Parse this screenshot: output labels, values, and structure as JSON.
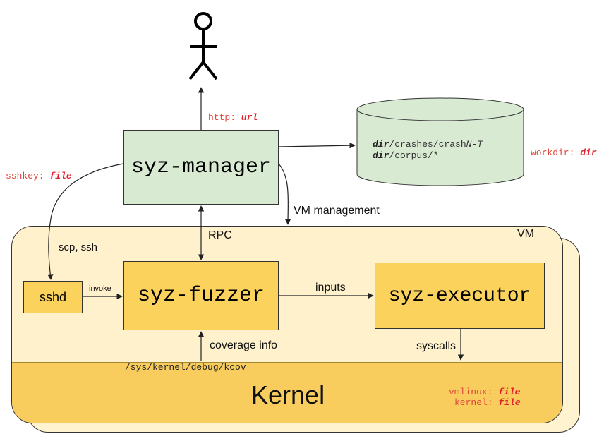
{
  "nodes": {
    "syz_manager": "syz-manager",
    "syz_fuzzer": "syz-fuzzer",
    "syz_executor": "syz-executor",
    "sshd": "sshd",
    "kernel": "Kernel",
    "vm": "VM"
  },
  "workdir_paths": {
    "crashes": {
      "dir": "dir",
      "rest": "/crashes/crash",
      "suffix": "N-T"
    },
    "corpus": {
      "dir": "dir",
      "rest": "/corpus/*"
    }
  },
  "config_labels": {
    "http": {
      "key": "http: ",
      "value": "url"
    },
    "workdir": {
      "key": "workdir: ",
      "value": "dir"
    },
    "sshkey": {
      "key": "sshkey: ",
      "value": "file"
    },
    "vmlinux": {
      "key": "vmlinux: ",
      "value": "file"
    },
    "kernel": {
      "key": "kernel: ",
      "value": "file"
    }
  },
  "edges": {
    "vm_management": "VM management",
    "rpc": "RPC",
    "scp_ssh": "scp, ssh",
    "invoke": "invoke",
    "inputs": "inputs",
    "coverage_info": "coverage info",
    "syscalls": "syscalls",
    "kcov_path": "/sys/kernel/debug/kcov"
  },
  "colors": {
    "manager_fill": "#d9ead3",
    "vm_fill": "#fff1cc",
    "kernel_fill": "#f8cd5e",
    "component_fill": "#fbd35c",
    "config_red": "#e0453a"
  }
}
